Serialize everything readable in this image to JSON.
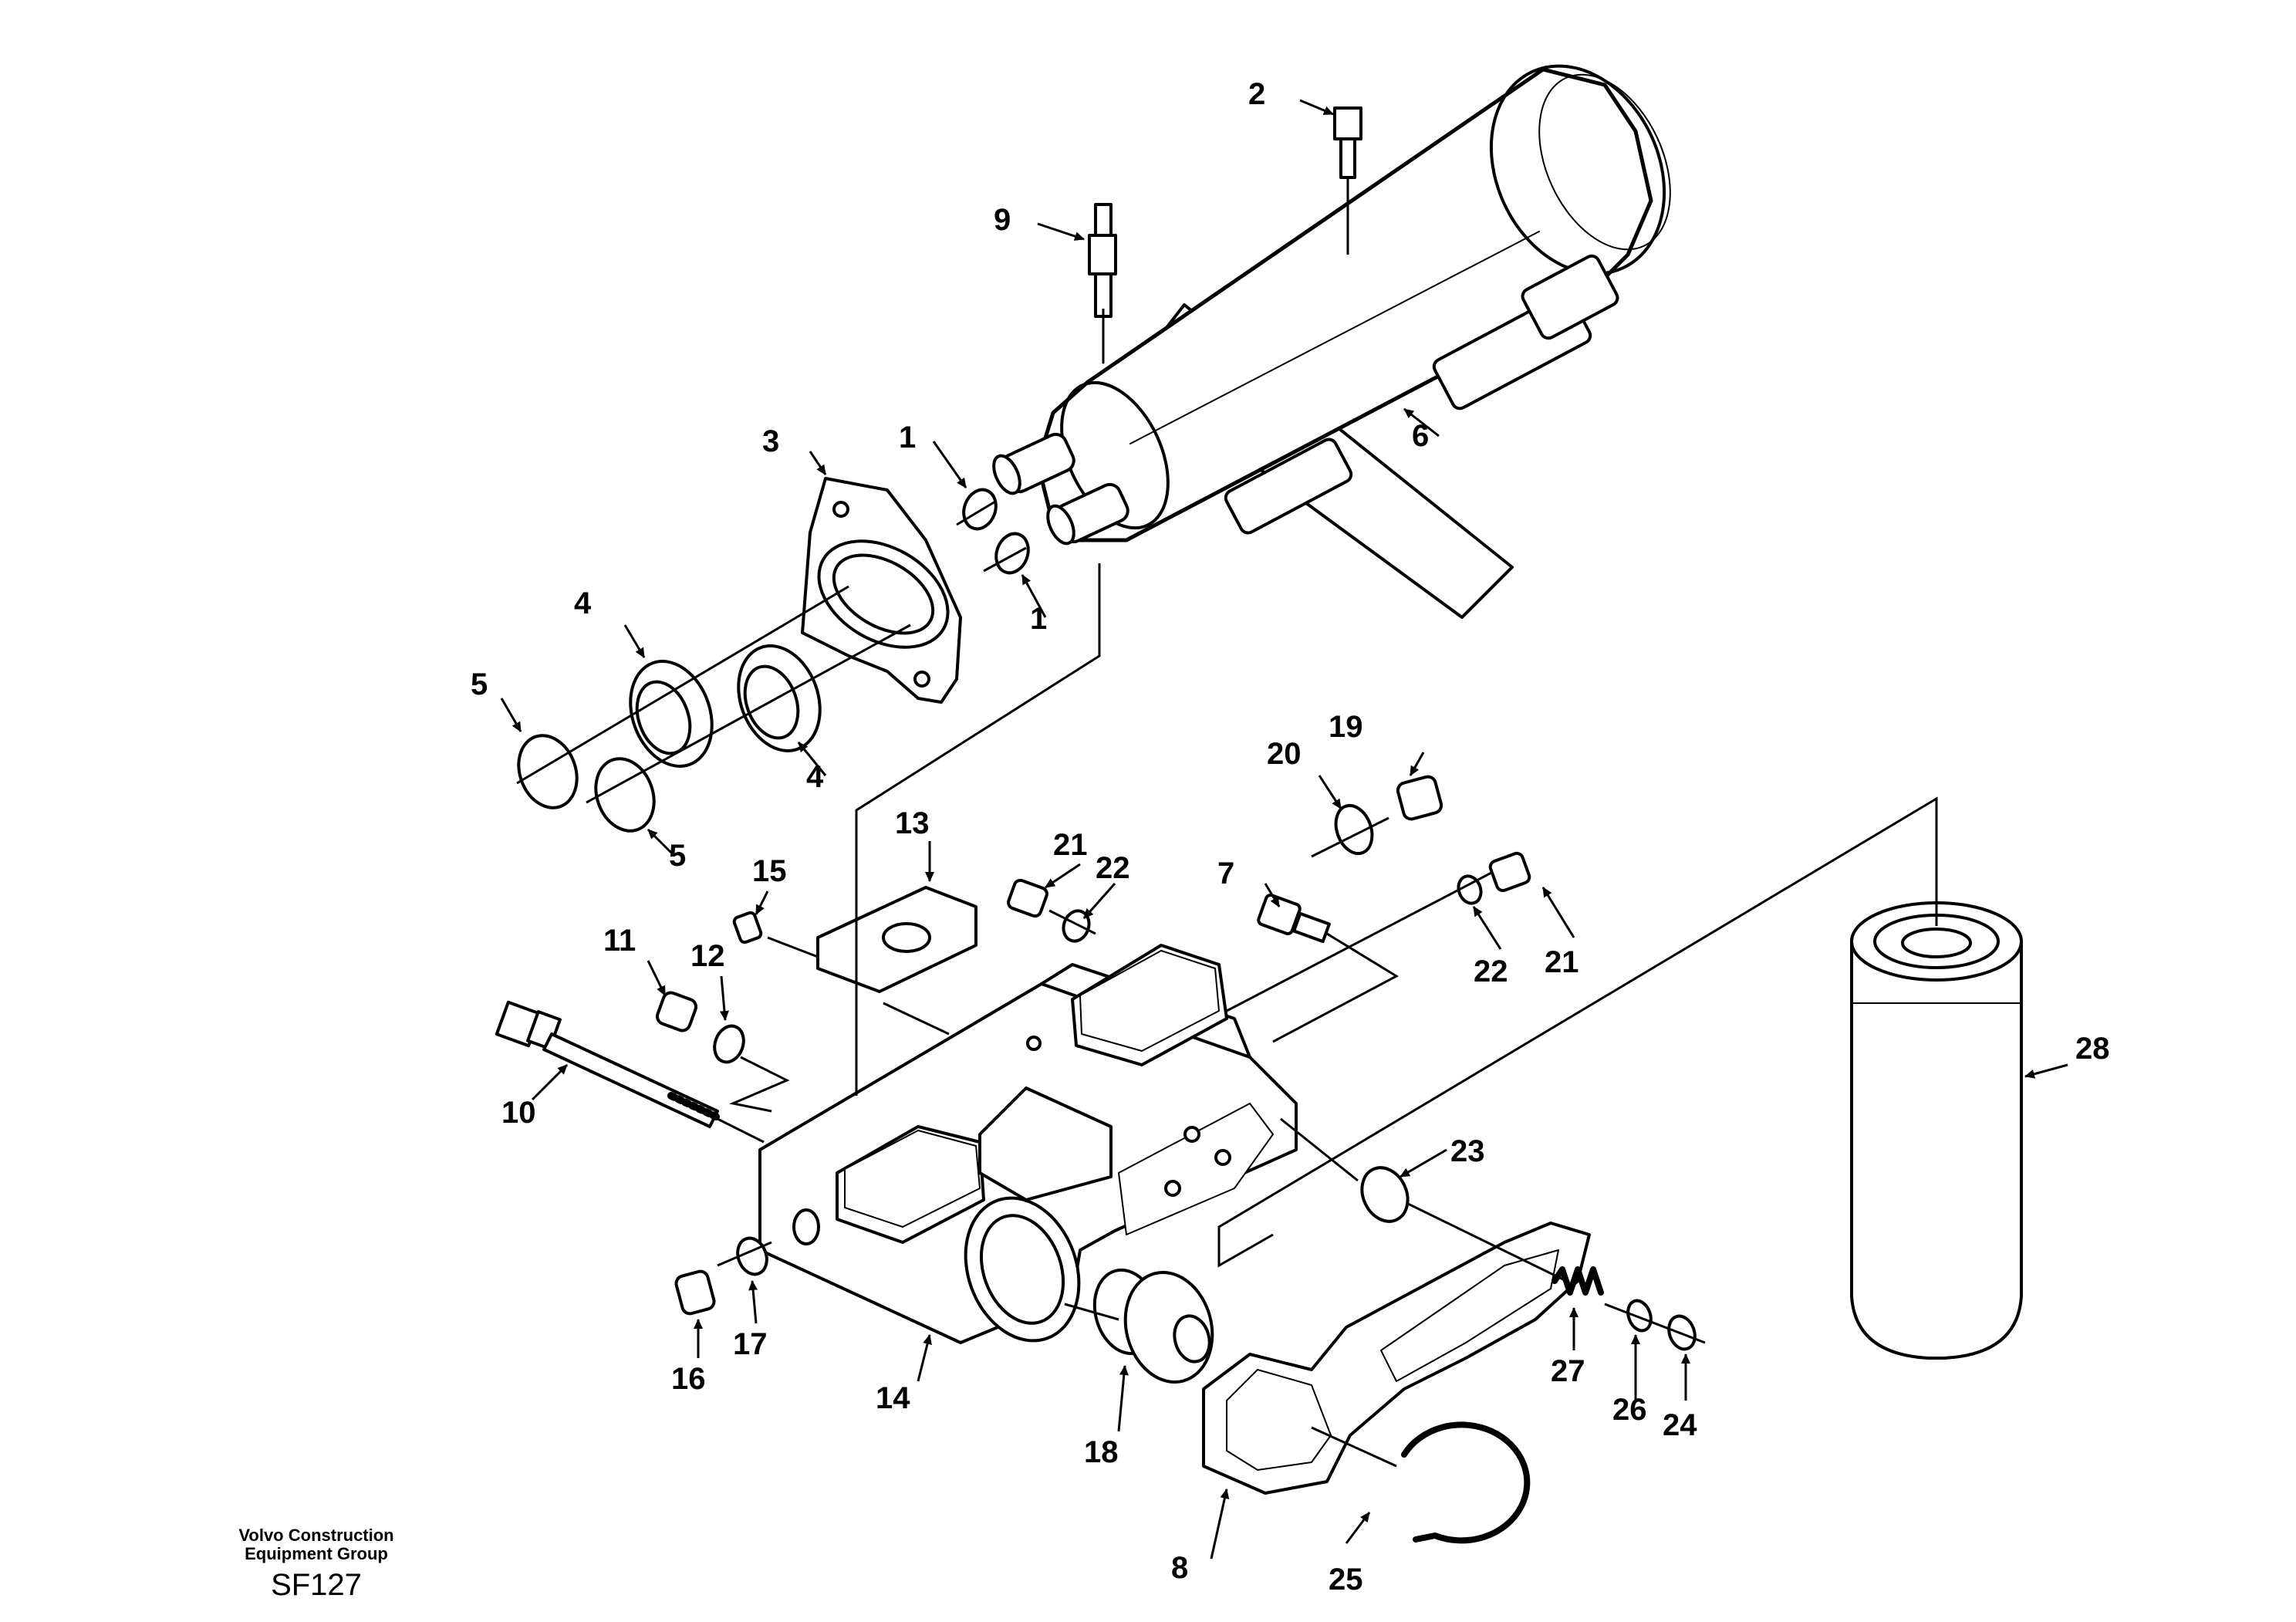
{
  "diagram": {
    "callouts": [
      "1",
      "1",
      "2",
      "3",
      "4",
      "4",
      "5",
      "5",
      "6",
      "7",
      "8",
      "9",
      "10",
      "11",
      "12",
      "13",
      "14",
      "15",
      "16",
      "17",
      "18",
      "19",
      "20",
      "21",
      "21",
      "22",
      "22",
      "23",
      "24",
      "25",
      "26",
      "27",
      "28"
    ]
  },
  "footer": {
    "company_line1": "Volvo Construction",
    "company_line2": "Equipment Group",
    "code": "SF127"
  },
  "colors": {
    "ink": "#000000",
    "paper": "#ffffff"
  }
}
